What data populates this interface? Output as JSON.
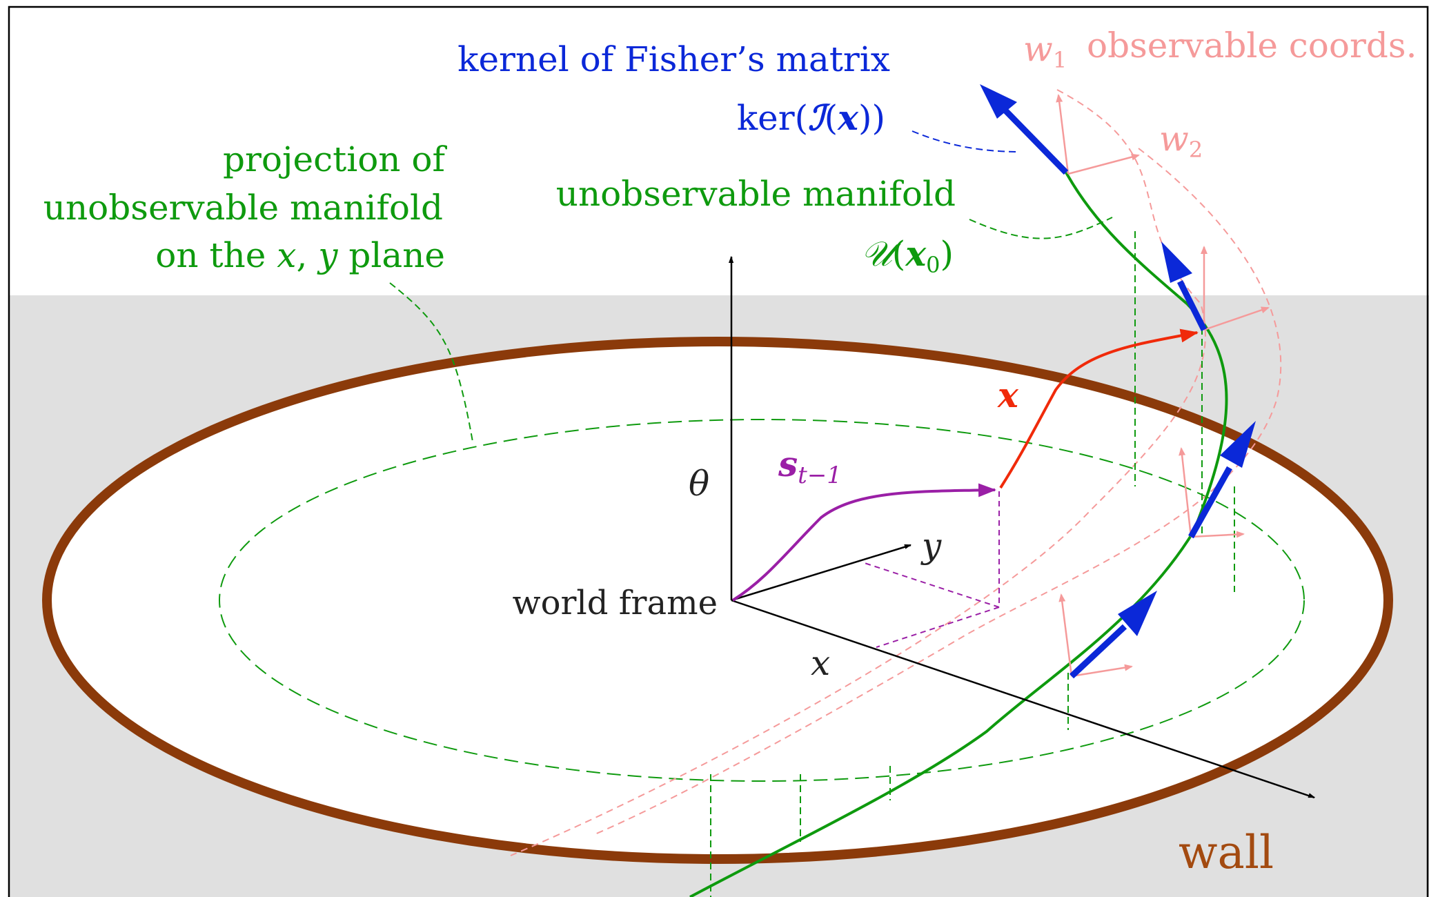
{
  "labels": {
    "kernel_title": "kernel of Fisher’s matrix",
    "kernel_ker": "ker(",
    "kernel_I": "ℐ",
    "kernel_paren": "(",
    "kernel_x": "x",
    "kernel_close": "))",
    "obs_w1": "w",
    "obs_w1_sub": "1",
    "obs_title": "observable coords.",
    "obs_w2": "w",
    "obs_w2_sub": "2",
    "proj_line1": "projection of",
    "proj_line2": "unobservable manifold",
    "proj_line3_a": "on the ",
    "proj_line3_x": "x",
    "proj_line3_comma": ", ",
    "proj_line3_y": "y",
    "proj_line3_b": " plane",
    "unobs_title": "unobservable manifold",
    "unobs_U": "𝒰",
    "unobs_paren": "(",
    "unobs_x": "x",
    "unobs_sub": "0",
    "unobs_close": ")",
    "theta": "θ",
    "s_label": "s",
    "s_sub": "t−1",
    "x_label": "x",
    "y_axis": "y",
    "x_axis": "x",
    "world_frame": "world frame",
    "wall": "wall"
  },
  "colors": {
    "blue": "#0b28d8",
    "pink": "#f59a9a",
    "green": "#0e9a0e",
    "red": "#f02a0a",
    "purple": "#9a1fa6",
    "brown": "#8b3a0a",
    "floor": "#e0e0e0",
    "axis": "#000000"
  }
}
